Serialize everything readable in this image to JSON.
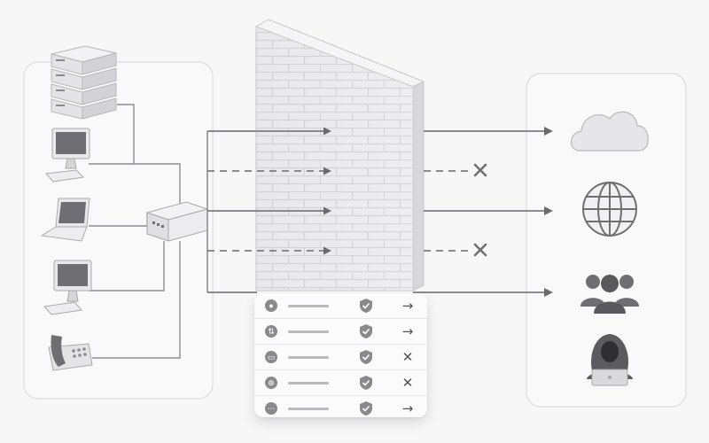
{
  "colors": {
    "background": "#f7f7f8",
    "panel_border": "#d9d9dc",
    "connector": "#8e8e92",
    "arrow": "#6b6b6f",
    "brick": "#e9e9ec",
    "mortar": "#c9c9cd",
    "icon_dark": "#6f6f73",
    "icon_light": "#d6d6d9"
  },
  "left_devices": [
    "server-stack",
    "desktop-computer",
    "laptop",
    "desktop-computer",
    "desk-phone"
  ],
  "hub": "network-switch",
  "firewall": "brick-wall",
  "traffic_flows": [
    {
      "style": "solid",
      "outcome": "allowed",
      "destination": "cloud"
    },
    {
      "style": "dashed",
      "outcome": "blocked"
    },
    {
      "style": "solid",
      "outcome": "allowed",
      "destination": "internet"
    },
    {
      "style": "dashed",
      "outcome": "blocked"
    },
    {
      "style": "solid",
      "outcome": "allowed",
      "destination": "users"
    }
  ],
  "right_entities": [
    "cloud-icon",
    "globe-icon",
    "users-group-icon",
    "hooded-hacker-icon"
  ],
  "rules": [
    {
      "icon": "user-icon",
      "glyph": "●",
      "shield": "shield-check-icon",
      "action": "allow",
      "action_glyph": "→"
    },
    {
      "icon": "transfer-icon",
      "glyph": "⇅",
      "shield": "shield-check-icon",
      "action": "allow",
      "action_glyph": "→"
    },
    {
      "icon": "monitor-icon",
      "glyph": "▭",
      "shield": "shield-check-icon",
      "action": "block",
      "action_glyph": "✕"
    },
    {
      "icon": "globe-small-icon",
      "glyph": "⊕",
      "shield": "shield-check-icon",
      "action": "block",
      "action_glyph": "✕"
    },
    {
      "icon": "more-icon",
      "glyph": "⋯",
      "shield": "shield-check-icon",
      "action": "allow",
      "action_glyph": "→"
    }
  ]
}
